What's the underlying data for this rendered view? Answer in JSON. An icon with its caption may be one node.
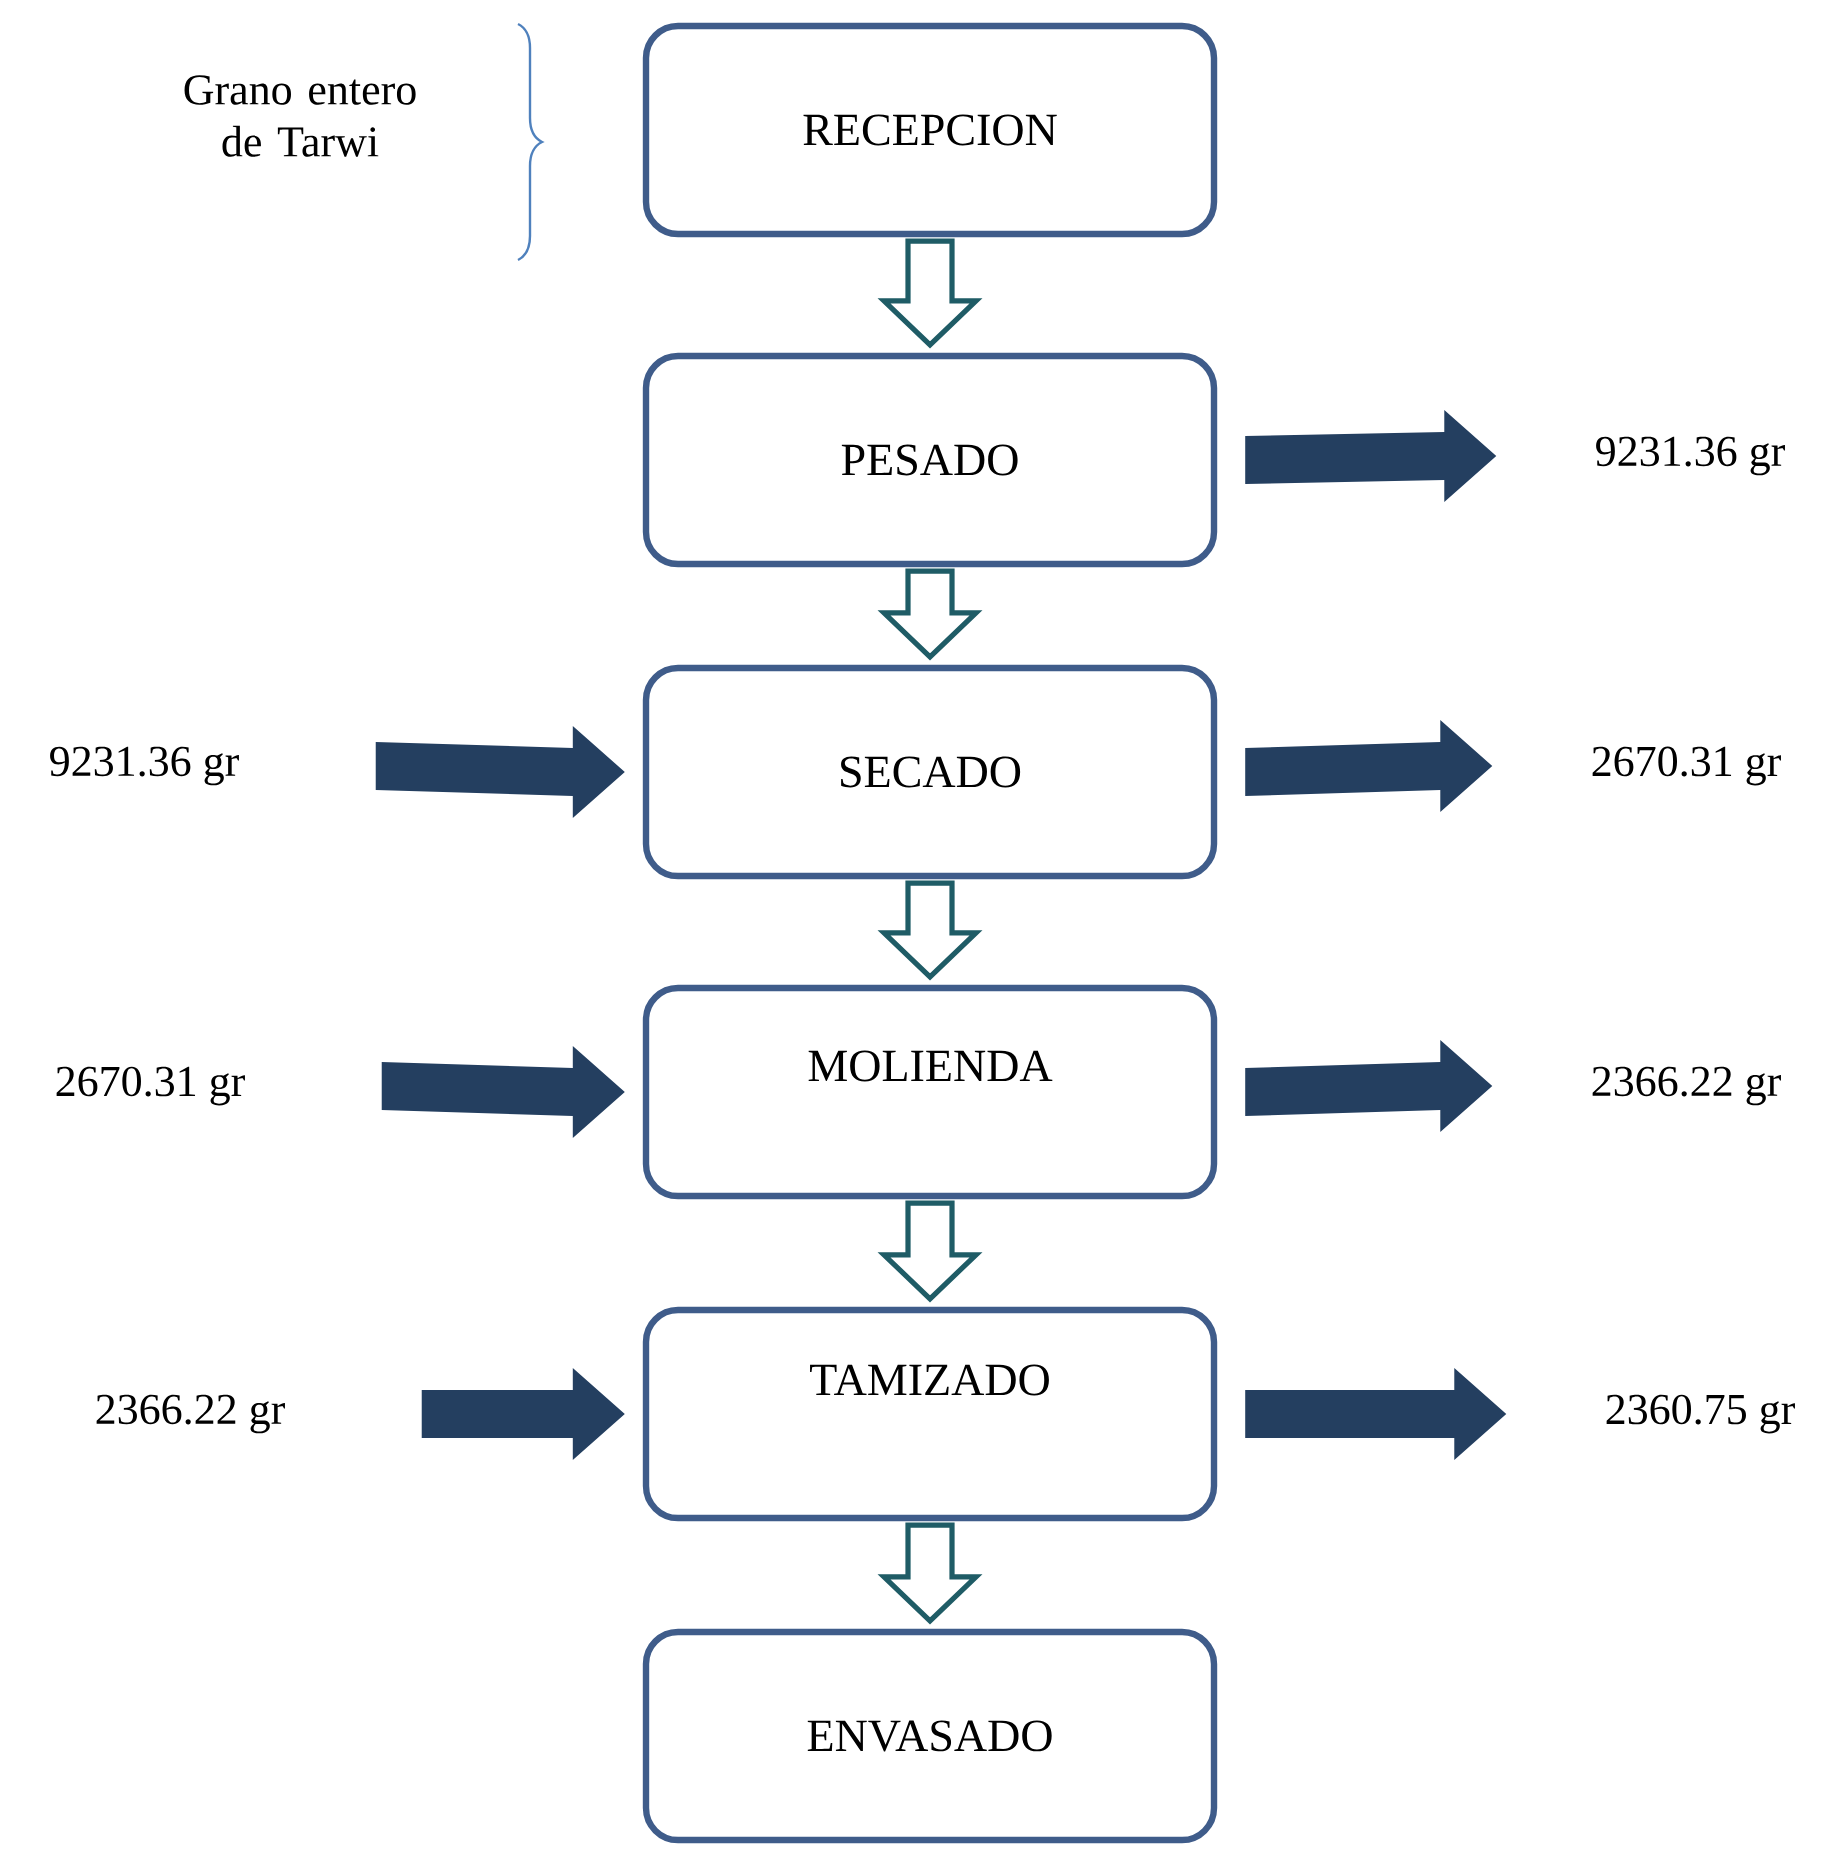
{
  "diagram": {
    "nodes": [
      {
        "text": [
          "RECEPCION"
        ]
      },
      {
        "text": [
          "PESADO"
        ]
      },
      {
        "text": [
          "SECADO"
        ]
      },
      {
        "text": [
          "MOLIENDA"
        ]
      },
      {
        "text": [
          "TAMIZADO"
        ]
      },
      {
        "text": [
          "ENVASADO"
        ]
      },
      {
        "text": [
          "9231.36 gr"
        ]
      },
      {
        "text": [
          "9231.36 gr"
        ]
      },
      {
        "text": [
          "2670.31 gr"
        ]
      },
      {
        "text": [
          "2670.31 gr"
        ]
      },
      {
        "text": [
          "2366.22 gr"
        ]
      },
      {
        "text": [
          "2366.22 gr"
        ]
      },
      {
        "text": [
          "2360.75 gr"
        ]
      }
    ],
    "edges": [
      {
        "from": 0,
        "to": 1,
        "arrow": "to",
        "color": "#1f5c66"
      },
      {
        "from": 1,
        "to": 2,
        "arrow": "to",
        "color": "#1f5c66"
      },
      {
        "from": 2,
        "to": 3,
        "arrow": "to",
        "color": "#1f5c66"
      },
      {
        "from": 3,
        "to": 4,
        "arrow": "to",
        "color": "#1f5c66"
      },
      {
        "from": 4,
        "to": 5,
        "arrow": "to",
        "color": "#1f5c66"
      },
      {
        "from": 1,
        "to": 6,
        "arrow": "to",
        "style": "thick"
      },
      {
        "from": 7,
        "to": 2,
        "arrow": "to",
        "style": "thick"
      },
      {
        "from": 2,
        "to": 8,
        "arrow": "to",
        "style": "thick"
      },
      {
        "from": 9,
        "to": 3,
        "arrow": "to",
        "style": "thick"
      },
      {
        "from": 3,
        "to": 10,
        "arrow": "to",
        "style": "thick"
      },
      {
        "from": 11,
        "to": 4,
        "arrow": "to",
        "style": "thick"
      },
      {
        "from": 4,
        "to": 12,
        "arrow": "to",
        "style": "thick"
      }
    ],
    "labels": [
      "Grano entero de Tarwi"
    ]
  }
}
